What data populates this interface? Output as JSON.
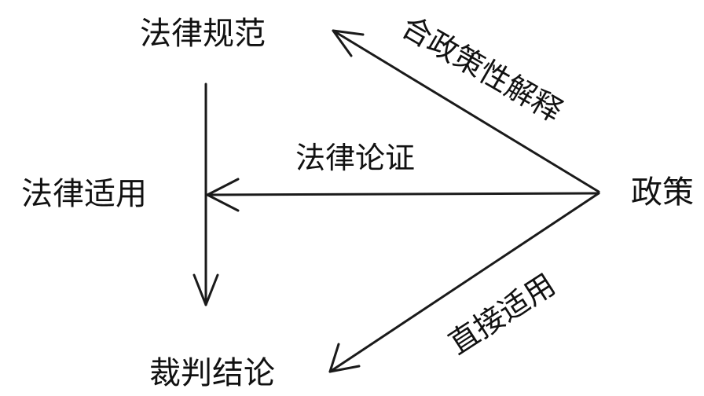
{
  "nodes": {
    "legal_norm": "法律规范",
    "legal_application": "法律适用",
    "judgment_conclusion": "裁判结论",
    "policy": "政策"
  },
  "edges": {
    "policy_consistent_interpretation": "合政策性解释",
    "legal_argumentation": "法律论证",
    "direct_application": "直接适用"
  }
}
